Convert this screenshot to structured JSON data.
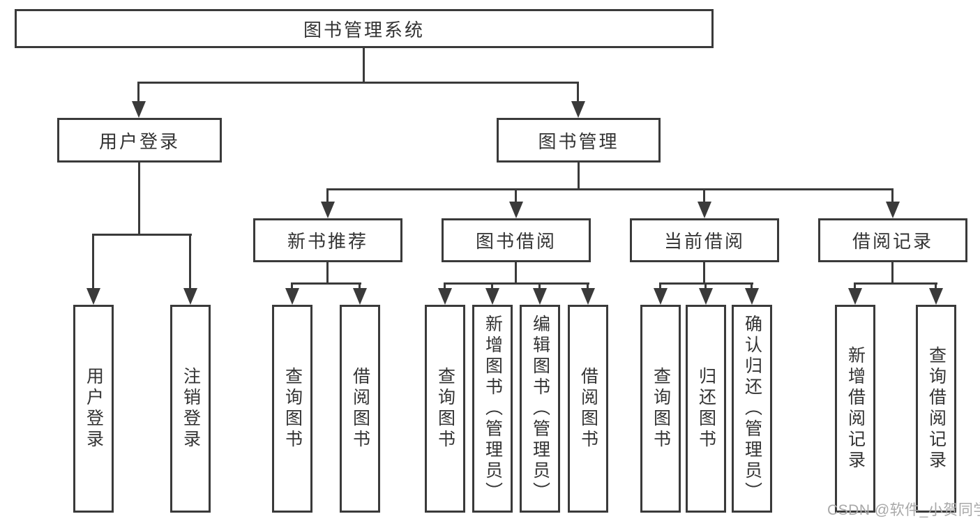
{
  "tree": {
    "root": {
      "label": "图书管理系统"
    },
    "branches": [
      {
        "label": "用户登录",
        "children": [
          {
            "label": "用户登录"
          },
          {
            "label": "注销登录"
          }
        ]
      },
      {
        "label": "图书管理",
        "groups": [
          {
            "label": "新书推荐",
            "children": [
              {
                "label": "查询图书"
              },
              {
                "label": "借阅图书"
              }
            ]
          },
          {
            "label": "图书借阅",
            "children": [
              {
                "label": "查询图书"
              },
              {
                "label": "新增图书（管理员）"
              },
              {
                "label": "编辑图书（管理员）"
              },
              {
                "label": "借阅图书"
              }
            ]
          },
          {
            "label": "当前借阅",
            "children": [
              {
                "label": "查询图书"
              },
              {
                "label": "归还图书"
              },
              {
                "label": "确认归还（管理员）"
              }
            ]
          },
          {
            "label": "借阅记录",
            "children": [
              {
                "label": "新增借阅记录"
              },
              {
                "label": "查询借阅记录"
              }
            ]
          }
        ]
      }
    ]
  },
  "watermark": {
    "text": "CSDN @软件_小贺同学"
  },
  "colors": {
    "line": "#3a3a3a",
    "text": "#333333",
    "background": "#ffffff",
    "watermark": "#a8a8a8"
  }
}
